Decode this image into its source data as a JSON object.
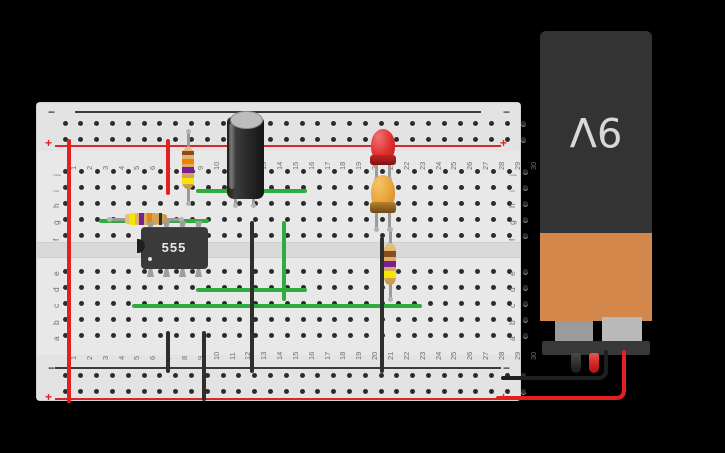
{
  "scene": {
    "title": "555 timer LED blinker breadboard circuit",
    "background_color": "#000000"
  },
  "breadboard": {
    "name": "full-size solderless breadboard",
    "columns": [
      1,
      2,
      3,
      4,
      5,
      6,
      7,
      8,
      9,
      10,
      11,
      12,
      13,
      14,
      15,
      16,
      17,
      18,
      19,
      20,
      21,
      22,
      23,
      24,
      25,
      26,
      27,
      28,
      29,
      30
    ],
    "rows_top": [
      "j",
      "i",
      "h",
      "g",
      "f"
    ],
    "rows_bottom": [
      "e",
      "d",
      "c",
      "b",
      "a"
    ],
    "rail_markers": {
      "positive": "+",
      "negative": "−"
    },
    "body_color": "#e8e8e8",
    "positive_rail_color": "#d4282a",
    "negative_rail_color": "#3a3a3a"
  },
  "components": [
    {
      "id": "ic-555",
      "type": "integrated-circuit",
      "label": "555",
      "package": "DIP-8",
      "pins": 8,
      "position": "columns 6-9, spanning center channel"
    },
    {
      "id": "capacitor-electrolytic",
      "type": "electrolytic-capacitor",
      "label": "",
      "position": "columns 13-14, rows i/j to top rail",
      "body_color": "#2a2a2a"
    },
    {
      "id": "resistor-vertical-left",
      "type": "resistor",
      "bands": [
        "brown",
        "orange",
        "violet",
        "yellow"
      ],
      "band_colors": [
        "#8a4b21",
        "#f08000",
        "#7a1f8f",
        "#f5e500"
      ],
      "position": "column 8, positive rail to row j"
    },
    {
      "id": "resistor-horizontal",
      "type": "resistor",
      "bands": [
        "yellow",
        "violet",
        "orange"
      ],
      "band_colors": [
        "#f5e500",
        "#7a1f8f",
        "#f08000"
      ],
      "position": "row g, columns 4-8"
    },
    {
      "id": "resistor-vertical-right",
      "type": "resistor",
      "bands": [
        "brown",
        "violet",
        "yellow"
      ],
      "band_colors": [
        "#8a4b21",
        "#7a1f8f",
        "#f5e500"
      ],
      "position": "column 23, rows d-f"
    },
    {
      "id": "led-red",
      "type": "led",
      "color_name": "red",
      "color_hex": "#e03030",
      "position": "columns 22-23, top rail area"
    },
    {
      "id": "led-amber",
      "type": "led",
      "color_name": "amber",
      "color_hex": "#e8a33a",
      "position": "columns 22-23, rows g-i"
    }
  ],
  "wires": [
    {
      "id": "wire-green-1",
      "color_name": "green",
      "color_hex": "#2eac3e",
      "orientation": "horizontal",
      "span": "row i, columns 9-16"
    },
    {
      "id": "wire-green-2",
      "color_name": "green",
      "color_hex": "#2eac3e",
      "orientation": "horizontal",
      "span": "row g, columns 3-9"
    },
    {
      "id": "wire-green-3",
      "color_name": "green",
      "color_hex": "#2eac3e",
      "orientation": "vertical",
      "span": "column 14, rows e-i"
    },
    {
      "id": "wire-green-4",
      "color_name": "green",
      "color_hex": "#2eac3e",
      "orientation": "horizontal",
      "span": "row d, columns 9-15"
    },
    {
      "id": "wire-green-5",
      "color_name": "green",
      "color_hex": "#2eac3e",
      "orientation": "horizontal",
      "span": "row c, columns 5-23"
    },
    {
      "id": "wire-red-rail-left",
      "color_name": "red",
      "color_hex": "#e41f1f",
      "orientation": "vertical",
      "span": "column 1, top + rail to bottom + rail"
    },
    {
      "id": "wire-red-col8",
      "color_name": "red",
      "color_hex": "#e41f1f",
      "orientation": "vertical",
      "span": "column 7, top + rail to row j"
    },
    {
      "id": "wire-red-bottom",
      "color_name": "red",
      "color_hex": "#e41f1f",
      "orientation": "vertical",
      "span": "column 10, row a to bottom + rail"
    },
    {
      "id": "wire-black-col7",
      "color_name": "black",
      "color_hex": "#2e2e2e",
      "orientation": "vertical",
      "span": "column 7, row a to bottom − rail"
    },
    {
      "id": "wire-black-col12",
      "color_name": "black",
      "color_hex": "#2e2e2e",
      "orientation": "vertical",
      "span": "column 12, rows f-a to bottom − rail"
    },
    {
      "id": "wire-black-col22",
      "color_name": "black",
      "color_hex": "#2e2e2e",
      "orientation": "vertical",
      "span": "column 22, row f to bottom − rail"
    },
    {
      "id": "lead-black-battery",
      "color_name": "black",
      "color_hex": "#1f1f1f",
      "orientation": "battery lead",
      "span": "negative terminal to breadboard − rail"
    },
    {
      "id": "lead-red-battery",
      "color_name": "red",
      "color_hex": "#e41f1f",
      "orientation": "battery lead",
      "span": "positive terminal to breadboard + rail"
    }
  ],
  "battery": {
    "label": "9V",
    "type": "9 volt battery",
    "body_color": "#333333",
    "base_color": "#d4874a",
    "terminals": [
      "negative-black",
      "positive-red"
    ]
  }
}
